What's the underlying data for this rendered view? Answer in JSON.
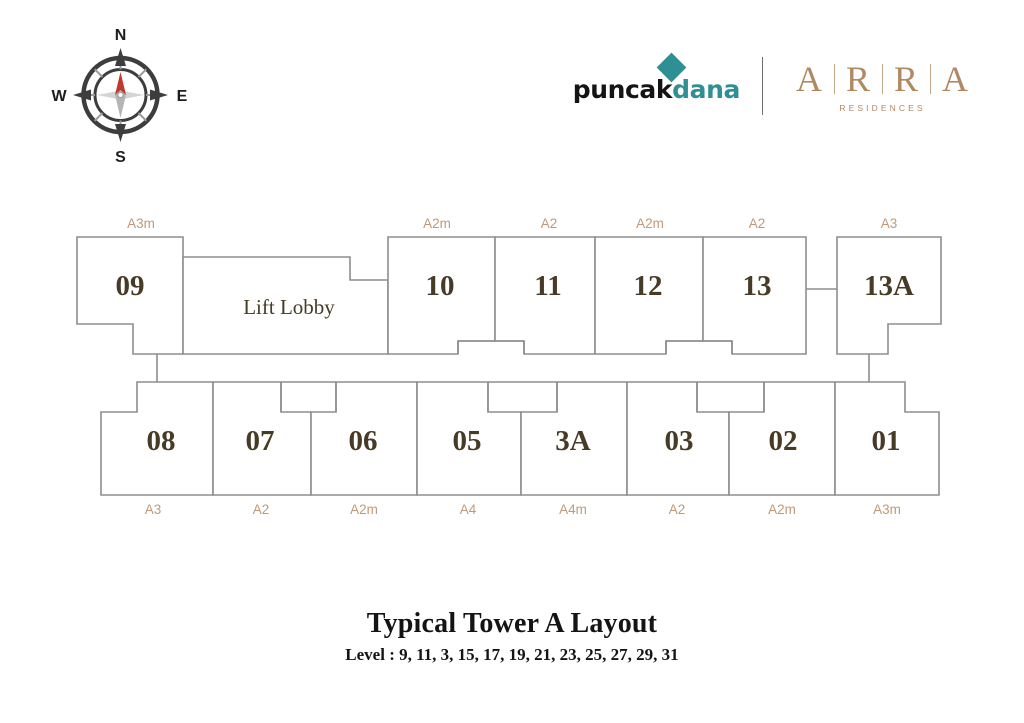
{
  "compass": {
    "north": "N",
    "east": "E",
    "south": "S",
    "west": "W",
    "needle_color": "#c0392b"
  },
  "brand": {
    "puncakdana": {
      "part_dark": "puncak",
      "part_teal": "dana",
      "teal_color": "#2f8f92",
      "dark_color": "#141414"
    },
    "arra": {
      "letters": [
        "A",
        "R",
        "R",
        "A"
      ],
      "subtitle": "RESIDENCES",
      "color": "#b08963"
    }
  },
  "floorplan": {
    "lobby_label": "Lift Lobby",
    "line_color": "#8e8e8e",
    "unit_number_color": "#473a26",
    "type_label_color": "#c09a78",
    "top_row": [
      {
        "number": "09",
        "type": "A3m",
        "type_pos": "top"
      },
      {
        "number": "10",
        "type": "A2m",
        "type_pos": "top"
      },
      {
        "number": "11",
        "type": "A2",
        "type_pos": "top"
      },
      {
        "number": "12",
        "type": "A2m",
        "type_pos": "top"
      },
      {
        "number": "13",
        "type": "A2",
        "type_pos": "top"
      },
      {
        "number": "13A",
        "type": "A3",
        "type_pos": "top"
      }
    ],
    "bottom_row": [
      {
        "number": "08",
        "type": "A3",
        "type_pos": "bottom"
      },
      {
        "number": "07",
        "type": "A2",
        "type_pos": "bottom"
      },
      {
        "number": "06",
        "type": "A2m",
        "type_pos": "bottom"
      },
      {
        "number": "05",
        "type": "A4",
        "type_pos": "bottom"
      },
      {
        "number": "3A",
        "type": "A4m",
        "type_pos": "bottom"
      },
      {
        "number": "03",
        "type": "A2",
        "type_pos": "bottom"
      },
      {
        "number": "02",
        "type": "A2m",
        "type_pos": "bottom"
      },
      {
        "number": "01",
        "type": "A3m",
        "type_pos": "bottom"
      }
    ]
  },
  "caption": {
    "title": "Typical Tower A Layout",
    "subtitle": "Level : 9, 11, 3, 15, 17, 19, 21, 23, 25, 27, 29, 31"
  }
}
